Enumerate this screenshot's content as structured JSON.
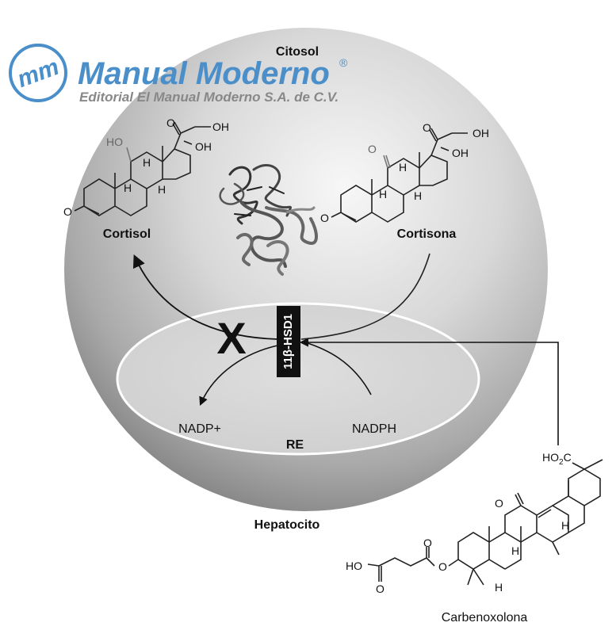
{
  "publisher": {
    "monogram": "mm",
    "name": "Manual Moderno",
    "registered": "®",
    "subtitle": "Editorial El Manual Moderno S.A. de C.V."
  },
  "compartments": {
    "cytosol": "Citosol",
    "er": "RE",
    "cell": "Hepatocito"
  },
  "molecules": {
    "cortisol": "Cortisol",
    "cortisone": "Cortisona",
    "carbenoxolone": "Carbenoxolona"
  },
  "enzyme": "11β-HSD1",
  "cofactors": {
    "nadp_plus": "NADP+",
    "nadph": "NADPH"
  },
  "block_mark": "X",
  "atoms": {
    "ho": "HO",
    "oh": "OH",
    "o": "O",
    "h": "H",
    "ho2c": "HO2C"
  },
  "colors": {
    "brand_blue": "#4a8fc9",
    "sphere_light": "#f4f4f4",
    "sphere_dark": "#8a8a8a",
    "enzyme_box": "#111111"
  }
}
